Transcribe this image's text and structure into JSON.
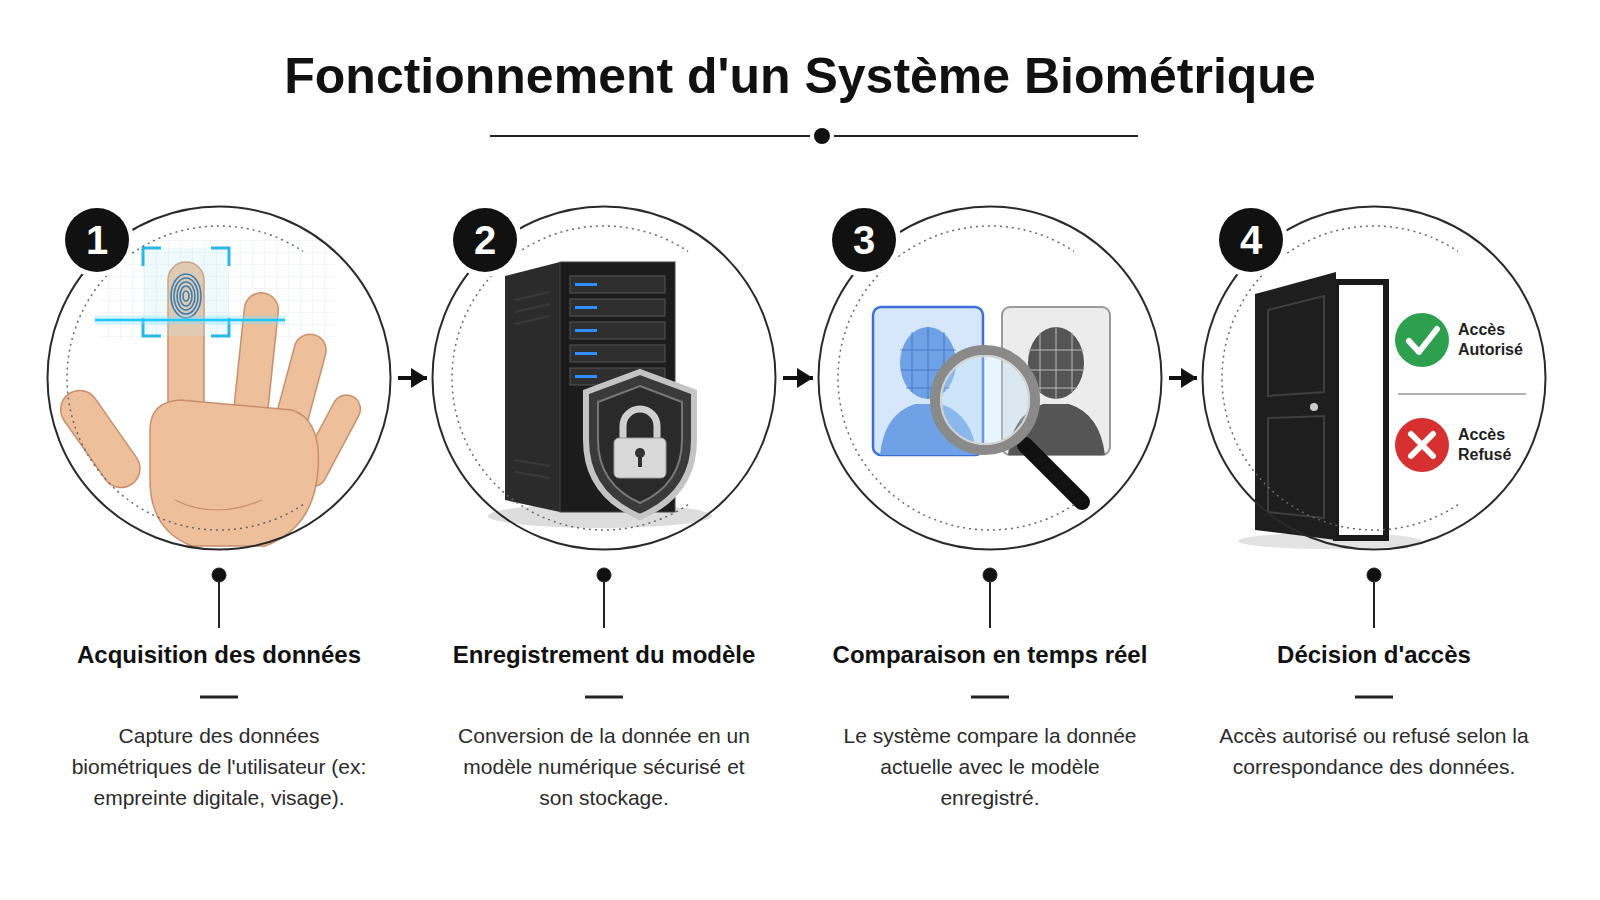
{
  "diagram": {
    "title": "Fonctionnement d'un Système Biométrique",
    "nodes": [
      {
        "text": [
          "Acquisition des données",
          "Capture des données biométriques de l'utilisateur (ex: empreinte digitale, visage)."
        ]
      },
      {
        "text": [
          "Enregistrement du modèle",
          "Conversion de la donnée en un modèle numérique sécurisé et son stockage."
        ]
      },
      {
        "text": [
          "Comparaison en temps réel",
          "Le système compare la donnée actuelle avec le modèle enregistré."
        ]
      },
      {
        "text": [
          "Décision d'accès",
          "Accès autorisé ou refusé selon la correspondance des données."
        ]
      }
    ],
    "edges": [
      {
        "from": 0,
        "to": 1,
        "arrow": "to"
      },
      {
        "from": 1,
        "to": 2,
        "arrow": "to"
      },
      {
        "from": 2,
        "to": 3,
        "arrow": "to"
      }
    ],
    "labels": [
      "1",
      "2",
      "3",
      "4",
      "Accès Autorisé",
      "Accès Refusé"
    ]
  }
}
